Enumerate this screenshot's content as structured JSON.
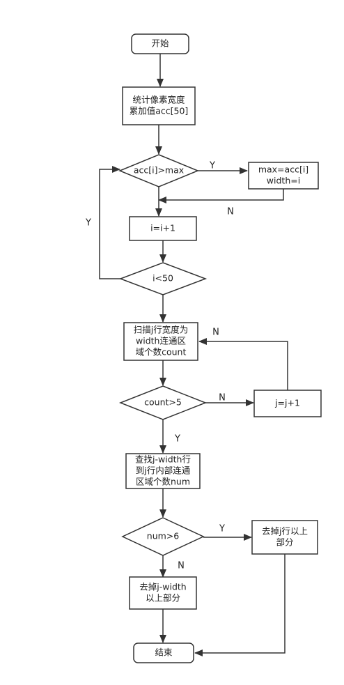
{
  "colors": {
    "stroke": "#333333",
    "fill": "#ffffff",
    "text": "#222222"
  },
  "nodes": {
    "start": {
      "shape": "terminal",
      "lines": [
        "开始"
      ]
    },
    "stat": {
      "shape": "process",
      "lines": [
        "统计像素宽度",
        "累加值acc[50]"
      ]
    },
    "cmp_max": {
      "shape": "decision",
      "lines": [
        "acc[i]>max"
      ]
    },
    "set_max": {
      "shape": "process",
      "lines": [
        "max=acc[i]",
        "width=i"
      ]
    },
    "inc_i": {
      "shape": "process",
      "lines": [
        "i=i+1"
      ]
    },
    "cmp_i": {
      "shape": "decision",
      "lines": [
        "i<50"
      ]
    },
    "scan": {
      "shape": "process",
      "lines": [
        "扫描j行宽度为",
        "width连通区",
        "域个数count"
      ]
    },
    "cmp_count": {
      "shape": "decision",
      "lines": [
        "count>5"
      ]
    },
    "inc_j": {
      "shape": "process",
      "lines": [
        "j=j+1"
      ]
    },
    "find": {
      "shape": "process",
      "lines": [
        "查找j-width行",
        "到j行内部连通",
        "区域个数num"
      ]
    },
    "cmp_num": {
      "shape": "decision",
      "lines": [
        "num>6"
      ]
    },
    "remove_above_j": {
      "shape": "process",
      "lines": [
        "去掉j行以上",
        "部分"
      ]
    },
    "remove_above_jw": {
      "shape": "process",
      "lines": [
        "去掉j-width",
        "以上部分"
      ]
    },
    "end": {
      "shape": "terminal",
      "lines": [
        "结束"
      ]
    }
  },
  "edges": [
    {
      "from": "start",
      "to": "stat",
      "label": ""
    },
    {
      "from": "stat",
      "to": "cmp_max",
      "label": ""
    },
    {
      "from": "cmp_max",
      "to": "set_max",
      "label": "Y"
    },
    {
      "from": "set_max",
      "to": "cmp_max",
      "label": "N"
    },
    {
      "from": "cmp_max",
      "to": "inc_i",
      "label": ""
    },
    {
      "from": "inc_i",
      "to": "cmp_i",
      "label": ""
    },
    {
      "from": "cmp_i",
      "to": "cmp_max",
      "label": "Y"
    },
    {
      "from": "cmp_i",
      "to": "scan",
      "label": ""
    },
    {
      "from": "scan",
      "to": "cmp_count",
      "label": ""
    },
    {
      "from": "cmp_count",
      "to": "inc_j",
      "label": "N"
    },
    {
      "from": "inc_j",
      "to": "scan",
      "label": "N"
    },
    {
      "from": "cmp_count",
      "to": "find",
      "label": "Y"
    },
    {
      "from": "find",
      "to": "cmp_num",
      "label": ""
    },
    {
      "from": "cmp_num",
      "to": "remove_above_j",
      "label": "Y"
    },
    {
      "from": "cmp_num",
      "to": "remove_above_jw",
      "label": "N"
    },
    {
      "from": "remove_above_jw",
      "to": "end",
      "label": ""
    },
    {
      "from": "remove_above_j",
      "to": "end",
      "label": ""
    }
  ]
}
